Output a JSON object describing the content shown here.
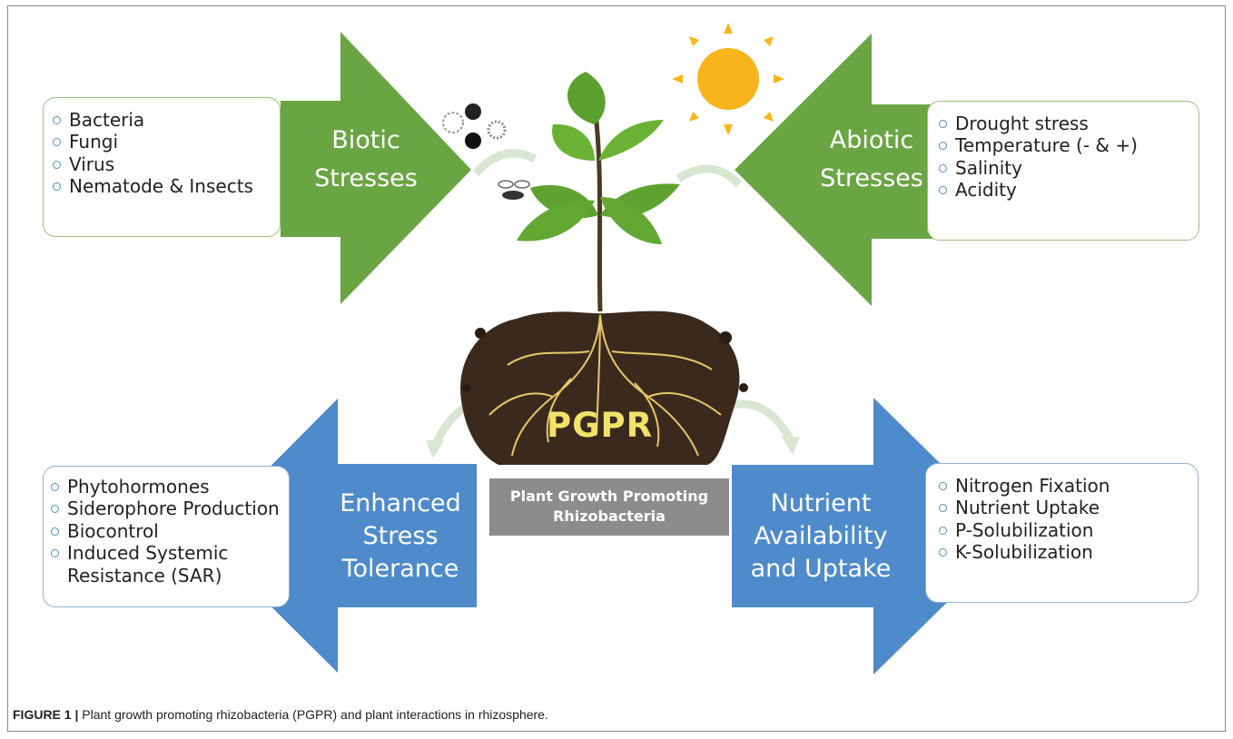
{
  "biotic": {
    "label_line1": "Biotic",
    "label_line2": "Stresses",
    "items": [
      "Bacteria",
      "Fungi",
      "Virus",
      "Nematode & Insects"
    ]
  },
  "abiotic": {
    "label_line1": "Abiotic",
    "label_line2": "Stresses",
    "items": [
      "Drought stress",
      "Temperature (- & +)",
      "Salinity",
      "Acidity"
    ]
  },
  "tolerance": {
    "label_line1": "Enhanced",
    "label_line2": "Stress",
    "label_line3": "Tolerance",
    "items": [
      "Phytohormones",
      "Siderophore Production",
      "Biocontrol",
      "Induced Systemic",
      "Resistance (SAR)"
    ]
  },
  "nutrient": {
    "label_line1": "Nutrient",
    "label_line2": "Availability",
    "label_line3": "and Uptake",
    "items": [
      "Nitrogen Fixation",
      "Nutrient Uptake",
      "P-Solubilization",
      "K-Solubilization"
    ]
  },
  "center": {
    "pgpr": "PGPR",
    "box_line1": "Plant Growth Promoting",
    "box_line2": "Rhizobacteria"
  },
  "caption": {
    "label": "FIGURE 1 |",
    "text": " Plant growth promoting rhizobacteria (PGPR) and plant interactions in rhizosphere."
  },
  "colors": {
    "green_arrow": "#6aa543",
    "blue_arrow": "#4f8bcb",
    "sun": "#f7b51b",
    "soil": "#3a2a1e",
    "roots": "#e6c86a"
  }
}
